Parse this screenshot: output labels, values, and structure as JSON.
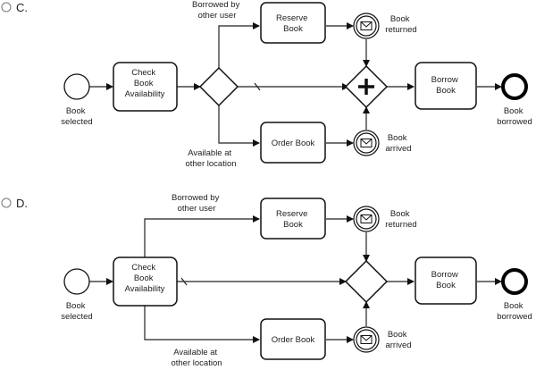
{
  "options": [
    {
      "letter": "C.",
      "labels": {
        "book_selected": [
          "Book",
          "selected"
        ],
        "check": [
          "Check",
          "Book",
          "Availability"
        ],
        "borrowed_by": [
          "Borrowed by",
          "other user"
        ],
        "available_at": [
          "Available at",
          "other location"
        ],
        "reserve": [
          "Reserve",
          "Book"
        ],
        "order": "Order Book",
        "book_returned": [
          "Book",
          "returned"
        ],
        "book_arrived": [
          "Book",
          "arrived"
        ],
        "borrow": [
          "Borrow",
          "Book"
        ],
        "book_borrowed": [
          "Book",
          "borrowed"
        ]
      }
    },
    {
      "letter": "D.",
      "labels": {
        "book_selected": [
          "Book",
          "selected"
        ],
        "check": [
          "Check",
          "Book",
          "Availability"
        ],
        "borrowed_by": [
          "Borrowed by",
          "other user"
        ],
        "available_at": [
          "Available at",
          "other location"
        ],
        "reserve": [
          "Reserve",
          "Book"
        ],
        "order": "Order Book",
        "book_returned": [
          "Book",
          "returned"
        ],
        "book_arrived": [
          "Book",
          "arrived"
        ],
        "borrow": [
          "Borrow",
          "Book"
        ],
        "book_borrowed": [
          "Book",
          "borrowed"
        ]
      }
    }
  ]
}
